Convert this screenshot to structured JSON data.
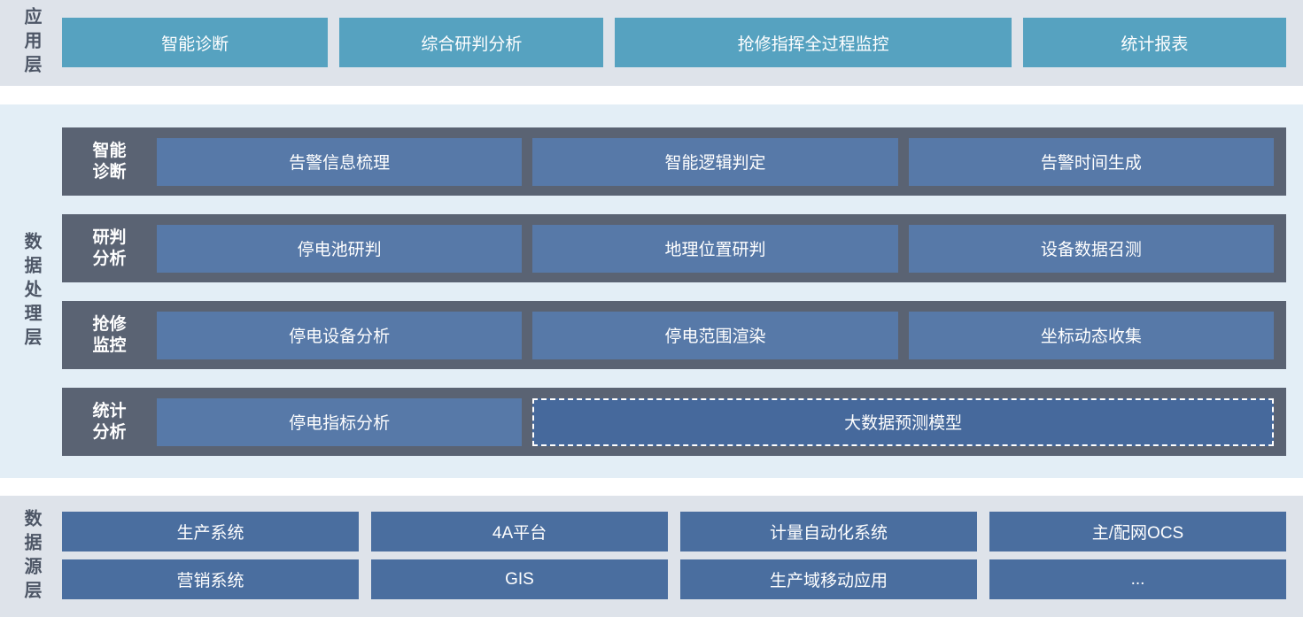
{
  "colors": {
    "app_button": "#56a2c0",
    "proc_row_bg": "#5a6373",
    "proc_button": "#5779a8",
    "proc_button_dashed_bg": "#46699c",
    "proc_button_dashed_border": "#ffffff",
    "src_button": "#4a6e9f",
    "band_app_bg": "#dee3ea",
    "band_proc_bg": "#e3eef6",
    "band_src_bg": "#dee3ea",
    "layer_label_color": "#4d5666",
    "button_text": "#ffffff"
  },
  "application_layer": {
    "label": "应用层",
    "buttons": [
      "智能诊断",
      "综合研判分析",
      "抢修指挥全过程监控",
      "统计报表"
    ]
  },
  "processing_layer": {
    "label": "数据处理层",
    "rows": [
      {
        "label_line1": "智能",
        "label_line2": "诊断",
        "items": [
          "告警信息梳理",
          "智能逻辑判定",
          "告警时间生成"
        ]
      },
      {
        "label_line1": "研判",
        "label_line2": "分析",
        "items": [
          "停电池研判",
          "地理位置研判",
          "设备数据召测"
        ]
      },
      {
        "label_line1": "抢修",
        "label_line2": "监控",
        "items": [
          "停电设备分析",
          "停电范围渲染",
          "坐标动态收集"
        ]
      },
      {
        "label_line1": "统计",
        "label_line2": "分析",
        "items": [
          "停电指标分析",
          "大数据预测模型"
        ],
        "dashed_item": "大数据预测模型"
      }
    ]
  },
  "data_source_layer": {
    "label": "数据源层",
    "row1": [
      "生产系统",
      "4A平台",
      "计量自动化系统",
      "主/配网OCS"
    ],
    "row2": [
      "营销系统",
      "GIS",
      "生产域移动应用",
      "..."
    ]
  }
}
